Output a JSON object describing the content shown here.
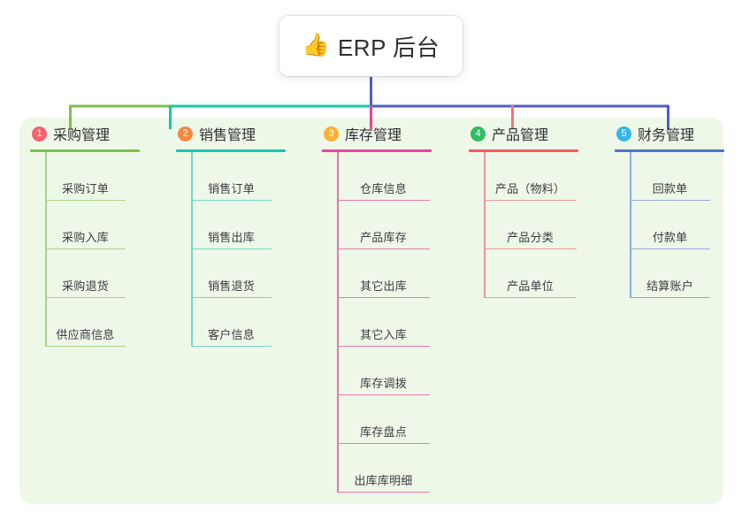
{
  "root": {
    "emoji": "👍",
    "emoji_name": "thumbs-up-icon",
    "title": "ERP 后台"
  },
  "theme": {
    "page_background": "#ffffff",
    "panel_background": "#eef8e9",
    "card_background": "#ffffff",
    "text_color": "#2f3033"
  },
  "connector_colors": {
    "green": "#7cc04b",
    "teal": "#17c9a8",
    "pink": "#e8449a",
    "red": "#f4757a",
    "blue": "#4f5fc4"
  },
  "columns": [
    {
      "index": "1",
      "title": "采购管理",
      "badge_color": "#f4636b",
      "accent": "#7cc04b",
      "accent_light": "#a8d484",
      "items": [
        {
          "label": "采购订单"
        },
        {
          "label": "采购入库"
        },
        {
          "label": "采购退货"
        },
        {
          "label": "供应商信息"
        }
      ]
    },
    {
      "index": "2",
      "title": "销售管理",
      "badge_color": "#f5893e",
      "accent": "#17c9a8",
      "accent_light": "#71d8c6",
      "items": [
        {
          "label": "销售订单"
        },
        {
          "label": "销售出库"
        },
        {
          "label": "销售退货"
        },
        {
          "label": "客户信息"
        }
      ]
    },
    {
      "index": "3",
      "title": "库存管理",
      "badge_color": "#f9b233",
      "accent": "#e8449a",
      "accent_light": "#e876ae",
      "items": [
        {
          "label": "仓库信息"
        },
        {
          "label": "产品库存"
        },
        {
          "label": "其它出库"
        },
        {
          "label": "其它入库"
        },
        {
          "label": "库存调拨"
        },
        {
          "label": "库存盘点"
        },
        {
          "label": "出库库明细"
        }
      ]
    },
    {
      "index": "4",
      "title": "产品管理",
      "badge_color": "#2dbe60",
      "accent": "#f4595f",
      "accent_light": "#f49396",
      "items": [
        {
          "label": "产品（物料）"
        },
        {
          "label": "产品分类"
        },
        {
          "label": "产品单位"
        }
      ]
    },
    {
      "index": "5",
      "title": "财务管理",
      "badge_color": "#35b5e8",
      "accent": "#4f74c4",
      "accent_light": "#90abde",
      "items": [
        {
          "label": "回款单"
        },
        {
          "label": "付款单"
        },
        {
          "label": "结算账户"
        }
      ]
    }
  ]
}
